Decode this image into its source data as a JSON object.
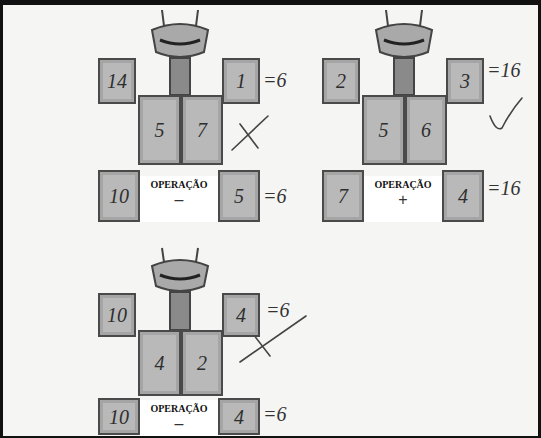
{
  "diagram": {
    "nodes": [
      {
        "text": [
          "14"
        ]
      },
      {
        "text": [
          "1"
        ]
      },
      {
        "text": [
          "5"
        ]
      },
      {
        "text": [
          "7"
        ]
      },
      {
        "text": [
          "10"
        ]
      },
      {
        "text": [
          "OPERAÇÃO",
          "–"
        ]
      },
      {
        "text": [
          "5"
        ]
      },
      {
        "text": [
          "2"
        ]
      },
      {
        "text": [
          "3"
        ]
      },
      {
        "text": [
          "5"
        ]
      },
      {
        "text": [
          "6"
        ]
      },
      {
        "text": [
          "7"
        ]
      },
      {
        "text": [
          "OPERAÇÃO",
          "+"
        ]
      },
      {
        "text": [
          "4"
        ]
      },
      {
        "text": [
          "10"
        ]
      },
      {
        "text": [
          "4"
        ]
      },
      {
        "text": [
          "4"
        ]
      },
      {
        "text": [
          "2"
        ]
      },
      {
        "text": [
          "10"
        ]
      },
      {
        "text": [
          "OPERAÇÃO",
          "–"
        ]
      },
      {
        "text": [
          "4"
        ]
      }
    ],
    "labels": [
      "=6",
      "=6",
      "=16",
      "=16",
      "=6",
      "=6"
    ]
  }
}
